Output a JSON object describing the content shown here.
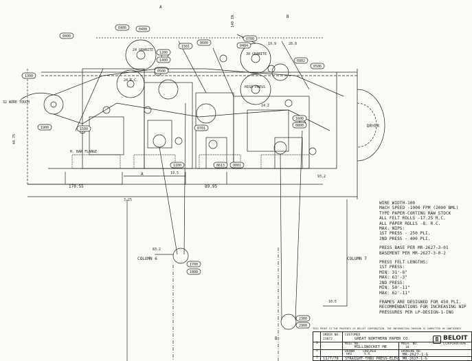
{
  "drawing": {
    "callouts": [
      "0408",
      "0406",
      "0400",
      "0500",
      "1300",
      "1200",
      "1400",
      "1501",
      "1500",
      "1900",
      "0600",
      "0700",
      "0902",
      "0500",
      "0404",
      "0506",
      "0701",
      "1100",
      "0613",
      "0001",
      "1600",
      "0800",
      "1800",
      "1700",
      "2300",
      "2900"
    ],
    "labels": {
      "a_top": "A",
      "b_top": "B",
      "a_low": "A",
      "b_low": "B",
      "roll_24_granite": "24 GRANITE",
      "roll_24_rc": "24 R.C.",
      "roll_30_granite": "30 GRANITE",
      "roll_high_press": "HIGH PRESS",
      "felt_wire_inlet": "32 WIRE TOUCH",
      "dryer": "DRYER",
      "column_6": "COLUMN 6",
      "column_7": "COLUMN 7",
      "dim_170_55": "170.55",
      "dim_89_95": "89.95",
      "dim_19_5": "19.5",
      "dim_325": "3.25",
      "dim_28_8": "28.8",
      "dim_19_9": "19.9",
      "dim_14_2": "14.2",
      "dim_44_75": "44.75",
      "dim_93_2": "93.2",
      "dim_83_2": "83.2",
      "dim_140_ref": "140 IN.",
      "dim_10_5": "10.5",
      "note_h_slotted": "H. BAR FLANGE"
    }
  },
  "notes": {
    "lines": [
      "WIRE WIDTH-100",
      "MACH SPEED -1000 FPM (2000 BML)",
      "TYPE PAPER-CORTING RAW STOCK",
      "ALL FELT ROLLS -17.25 R.C.",
      "ALL PAPER ROLLS -8. R.C.",
      "MAX. NIPS:",
      "   1ST PRESS - 250 PLI.",
      "   2ND PRESS - 400 PLI."
    ],
    "press_lines": [
      "PRESS BASE PER MR-2627-3-01",
      "BASEMENT PER MR-2627-3-0-2"
    ],
    "felt_heading": "PRESS FELT LENGTHS:",
    "felt_lines": [
      "1ST PRESS:",
      "   MIN: 31'-6\"",
      "   MAX: 63'-3\"",
      "2ND PRESS:",
      "   MIN: 50'-11\"",
      "   MAX: 62'-11\""
    ],
    "frame_note": [
      "FRAMES ARE DESIGNED FOR 450 PLI.",
      "RECOMMENDATIONS FOR INCREASING NIP",
      "PRESSURES PER LP-DESIGN-1-ING"
    ]
  },
  "title_block": {
    "fine_print": "THIS PRINT IS THE PROPERTY OF BELOIT CORPORATION. THE INFORMATION THEREON IS SUBMITTED IN CONFIDENCE",
    "customer_label": "CUSTOMER",
    "customer": "GREAT NORTHERN PAPER CO.",
    "order_label": "ORDER NO.",
    "order": "23872",
    "mill_label": "MILL NO.",
    "mill": "MILLINOCKET ME",
    "machine_label": "MACH. NO.",
    "machine": "10",
    "date": "11/7/78",
    "description": "STRAIGHT-THRU PRESS-ELEV.",
    "drawing_no_label": "DRAWING NO.",
    "drawing_no": "MR-2627-1-G",
    "drawing_no2": "MR-2627-1-G",
    "drawn_label": "DRAWN",
    "drawn": "HAS",
    "checked_label": "CHECKED",
    "checked": "S.R.",
    "revision_rows": [
      "3",
      "4",
      "5"
    ],
    "company": "BELOIT",
    "company_sub": "CORPORATION"
  },
  "colors": {
    "ink": "#222222",
    "paper": "#fbfbf8"
  }
}
